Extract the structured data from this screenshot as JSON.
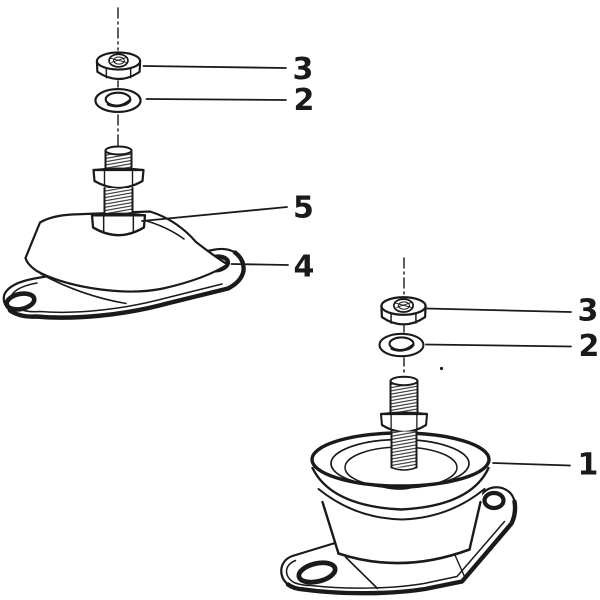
{
  "diagram": {
    "background_color": "#ffffff",
    "ink_color": "#1a1a1a",
    "top_assembly": {
      "callouts": {
        "nut": "3",
        "washer": "2",
        "stud": "5",
        "plate": "4"
      }
    },
    "bottom_assembly": {
      "callouts": {
        "nut": "3",
        "washer": "2",
        "mount": "1"
      }
    }
  }
}
